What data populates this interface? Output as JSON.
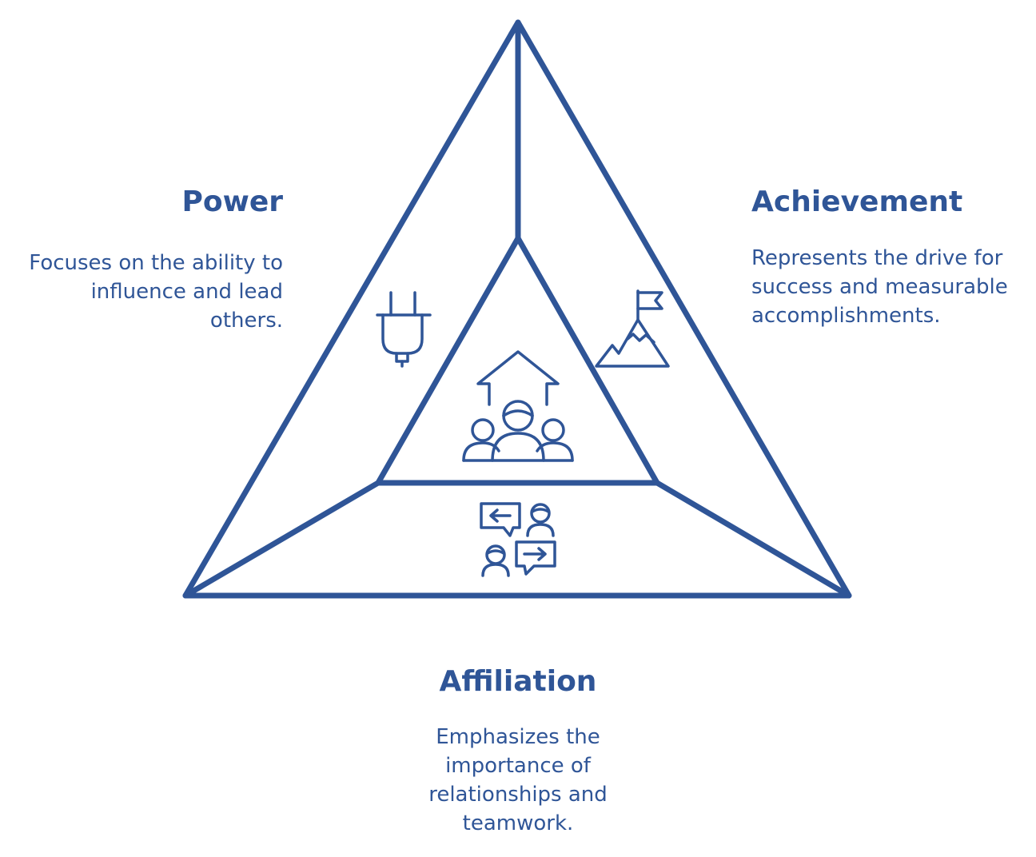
{
  "segments": {
    "power": {
      "title": "Power",
      "description": "Focuses on the ability to influence and lead others.",
      "icon": "power-plug-icon"
    },
    "achievement": {
      "title": "Achievement",
      "description": "Represents the drive for success and measurable accomplishments.",
      "icon": "mountain-flag-icon"
    },
    "affiliation": {
      "title": "Affiliation",
      "description": "Emphasizes the importance of relationships and teamwork.",
      "icon": "conversation-icon"
    },
    "center": {
      "icon": "team-growth-icon"
    }
  },
  "colors": {
    "stroke": "#2f5597",
    "background": "#ffffff"
  }
}
